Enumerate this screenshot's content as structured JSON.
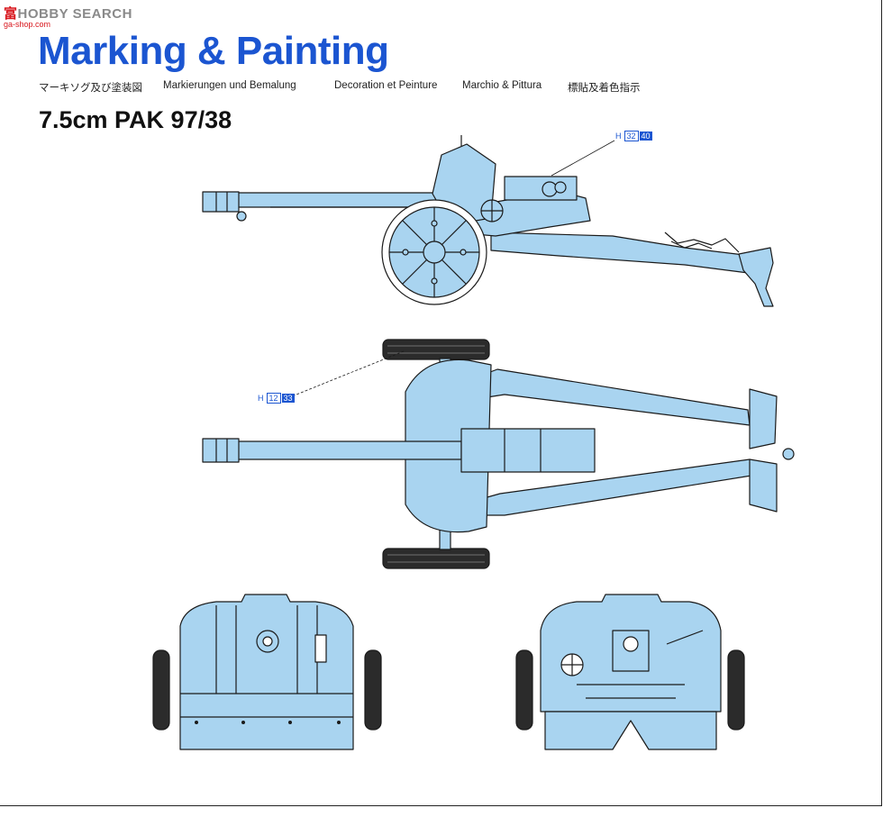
{
  "watermark": {
    "part1": "富",
    "part2": "HOBBY SEARCH",
    "sub": "ga-shop.com"
  },
  "header": {
    "title": "Marking & Painting",
    "languages": [
      "マーキソグ及び塗装図",
      "Markierungen und Bemalung",
      "Decoration et Peinture",
      "Marchio & Pittura",
      "標貼及着色指示"
    ]
  },
  "model": "7.5cm PAK 97/38",
  "callouts": {
    "side": {
      "prefix": "H",
      "code1": "32",
      "code2": "40"
    },
    "top": {
      "prefix": "H",
      "code1": "12",
      "code2": "33"
    }
  },
  "colors": {
    "gun_fill": "#a9d4f0",
    "outline": "#1a1a1a",
    "accent": "#1b55d1",
    "tire": "#2b2b2b"
  },
  "views": [
    "side-view",
    "top-view",
    "front-view",
    "rear-view"
  ]
}
